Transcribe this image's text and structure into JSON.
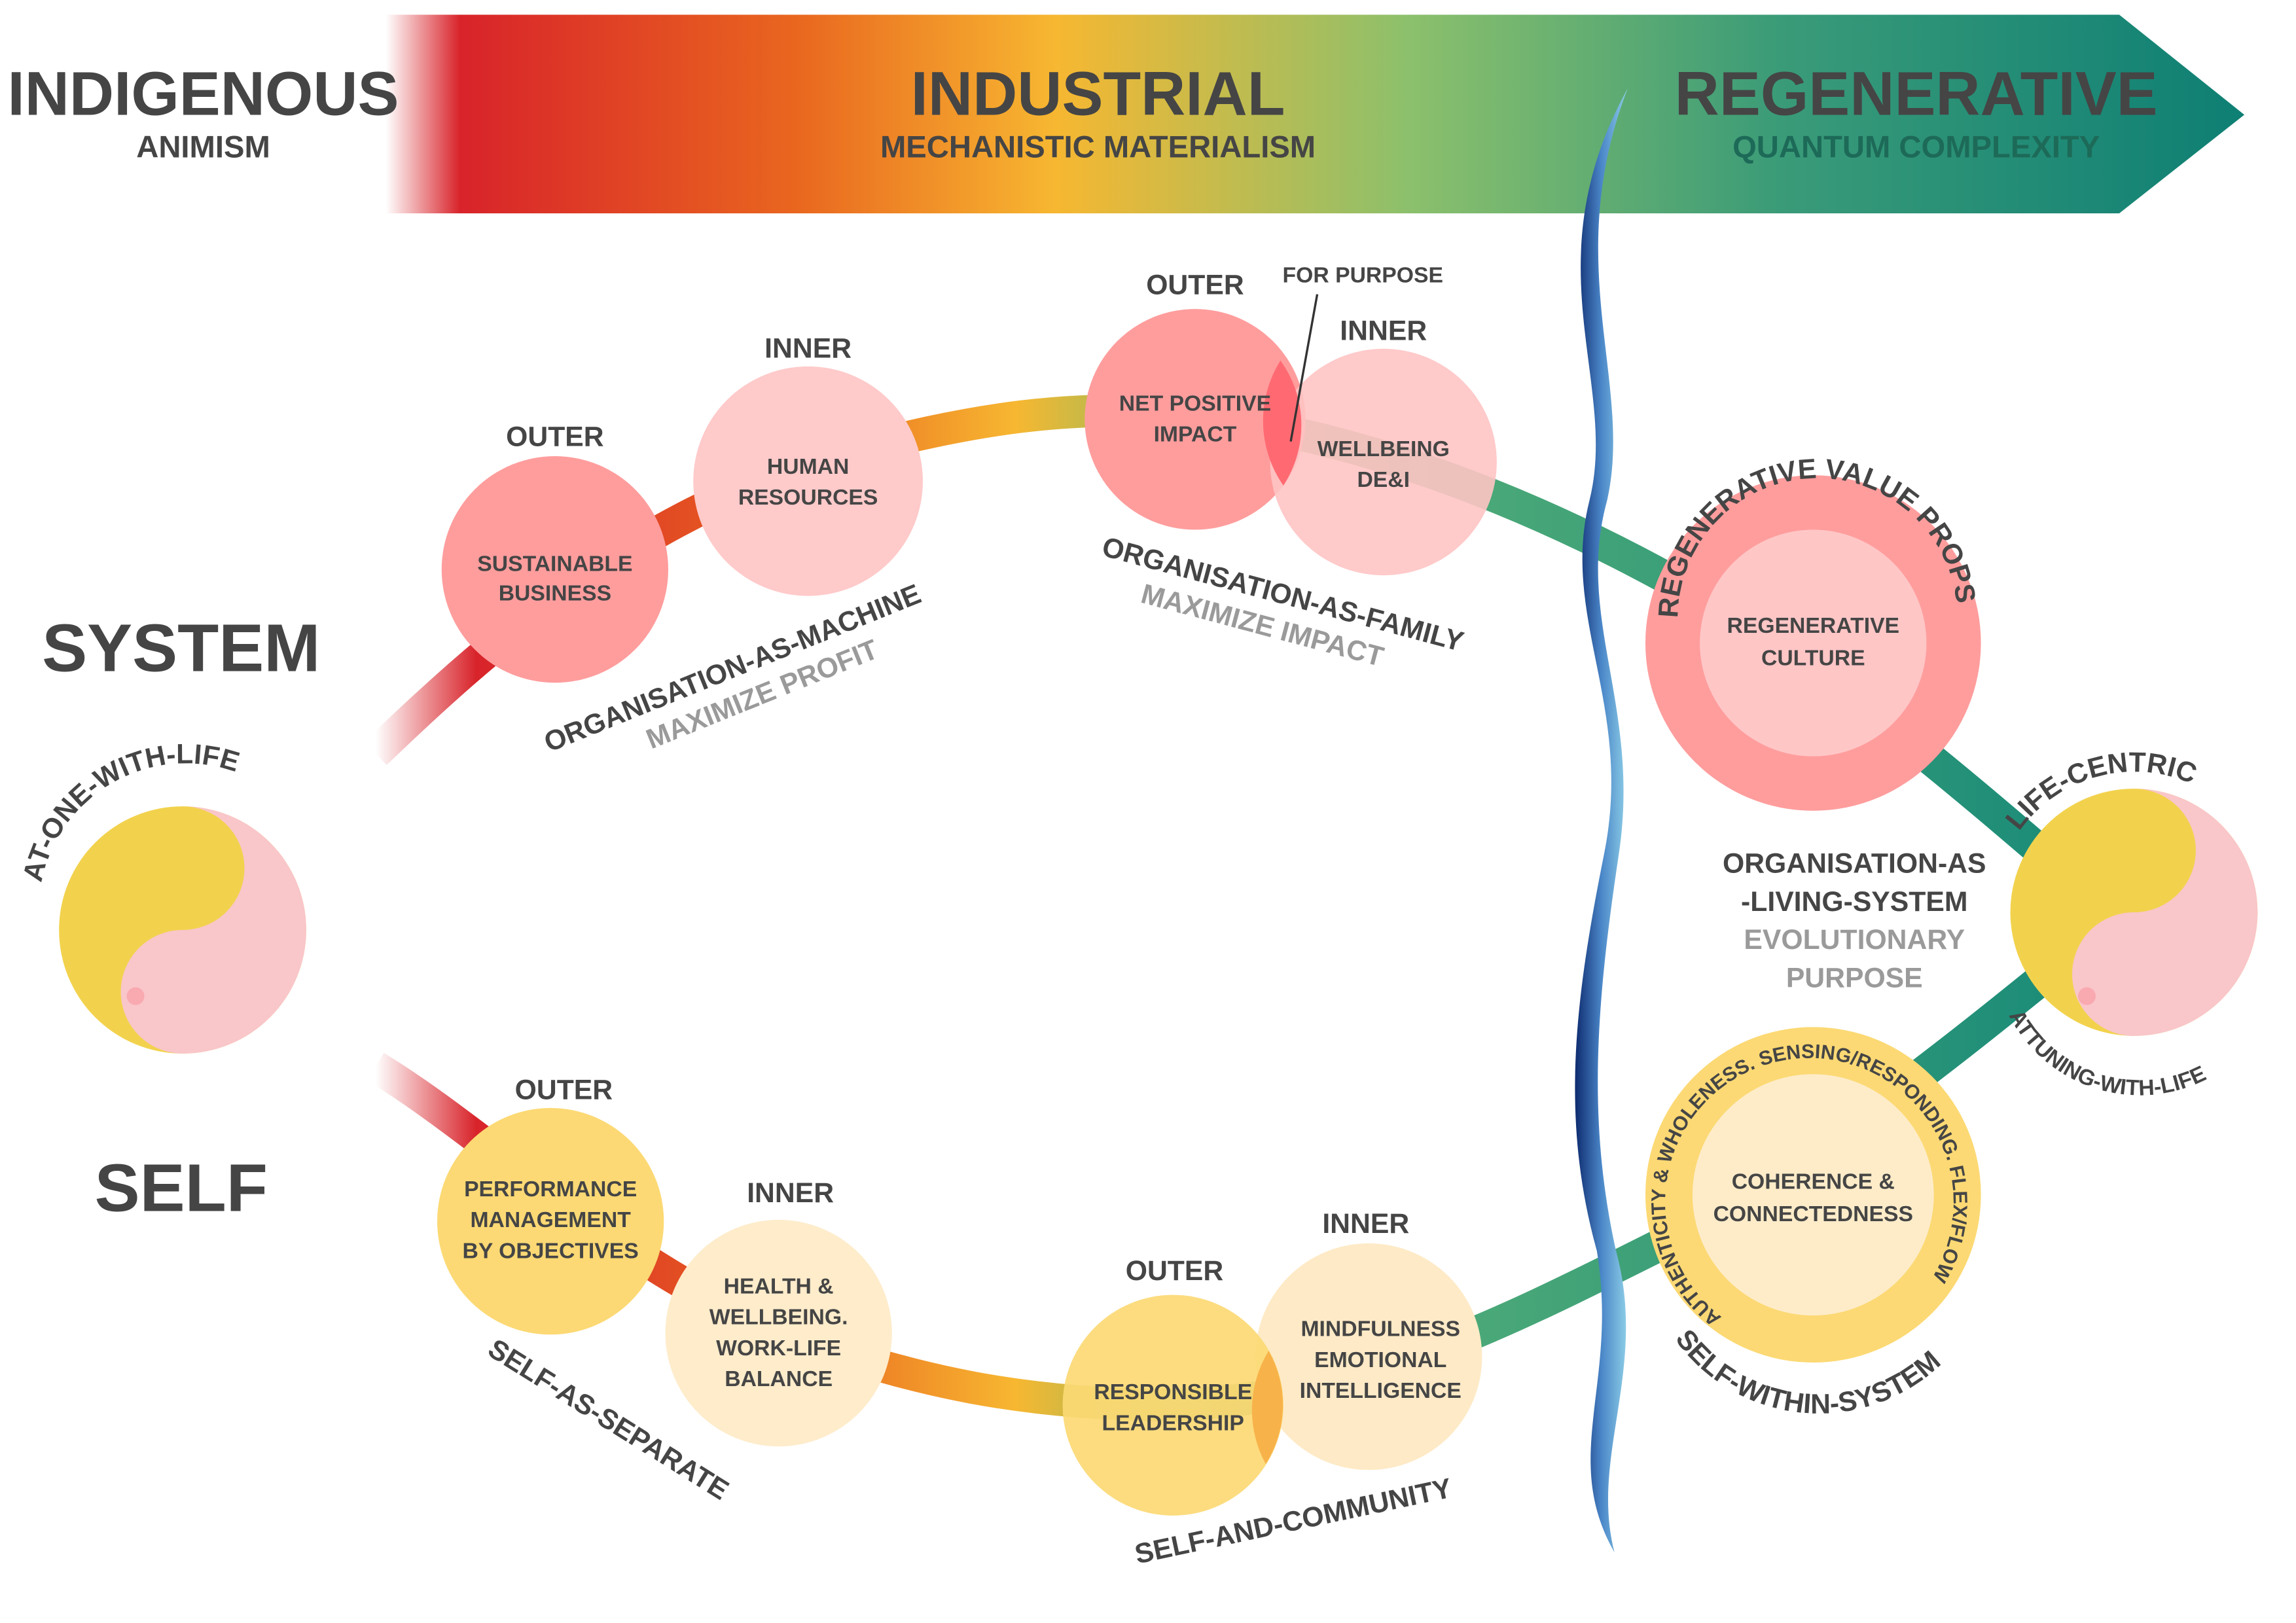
{
  "banner": {
    "eras": [
      {
        "title": "INDIGENOUS",
        "subtitle": "ANIMISM"
      },
      {
        "title": "INDUSTRIAL",
        "subtitle": "MECHANISTIC MATERIALISM"
      },
      {
        "title": "REGENERATIVE",
        "subtitle": "QUANTUM COMPLEXITY"
      }
    ],
    "colors": [
      "#d8232a",
      "#f08a1c",
      "#f7b731",
      "#8cc06c",
      "#2f9a78",
      "#0e7f74"
    ]
  },
  "rows": {
    "system": "SYSTEM",
    "self": "SELF"
  },
  "life": {
    "left_label": "AT-ONE-WITH-LIFE",
    "right_top_label": "LIFE-CENTRIC",
    "right_bottom_label": "ATTUNING-WITH-LIFE"
  },
  "system": {
    "machine": {
      "outer_label": "OUTER",
      "outer_text": [
        "SUSTAINABLE",
        "BUSINESS"
      ],
      "inner_label": "INNER",
      "inner_text": [
        "HUMAN",
        "RESOURCES"
      ],
      "caption": "ORGANISATION-AS-MACHINE",
      "goal": "MAXIMIZE PROFIT"
    },
    "family": {
      "outer_label": "OUTER",
      "outer_text": [
        "NET POSITIVE",
        "IMPACT"
      ],
      "inner_label": "INNER",
      "inner_text": [
        "WELLBEING",
        "DE&I"
      ],
      "overlap_label": "FOR PURPOSE",
      "caption": "ORGANISATION-AS-FAMILY",
      "goal": "MAXIMIZE IMPACT"
    },
    "living": {
      "ring_text": "REGENERATIVE VALUE PROPS",
      "core_text": [
        "REGENERATIVE",
        "CULTURE"
      ],
      "caption": [
        "ORGANISATION-AS",
        "-LIVING-SYSTEM"
      ],
      "goal": [
        "EVOLUTIONARY",
        "PURPOSE"
      ]
    }
  },
  "self": {
    "separate": {
      "outer_label": "OUTER",
      "outer_text": [
        "PERFORMANCE",
        "MANAGEMENT",
        "BY OBJECTIVES"
      ],
      "inner_label": "INNER",
      "inner_text": [
        "HEALTH &",
        "WELLBEING.",
        "WORK-LIFE",
        "BALANCE"
      ],
      "caption": "SELF-AS-SEPARATE"
    },
    "community": {
      "outer_label": "OUTER",
      "outer_text": [
        "RESPONSIBLE",
        "LEADERSHIP"
      ],
      "inner_label": "INNER",
      "inner_text": [
        "MINDFULNESS",
        "EMOTIONAL",
        "INTELLIGENCE"
      ],
      "caption": "SELF-AND-COMMUNITY"
    },
    "within": {
      "ring_text": "AUTHENTICITY & WHOLENESS. SENSING/RESPONDING. FLEX/FLOW",
      "core_text": [
        "COHERENCE &",
        "CONNECTEDNESS"
      ],
      "caption": "SELF-WITHIN-SYSTEM"
    }
  }
}
